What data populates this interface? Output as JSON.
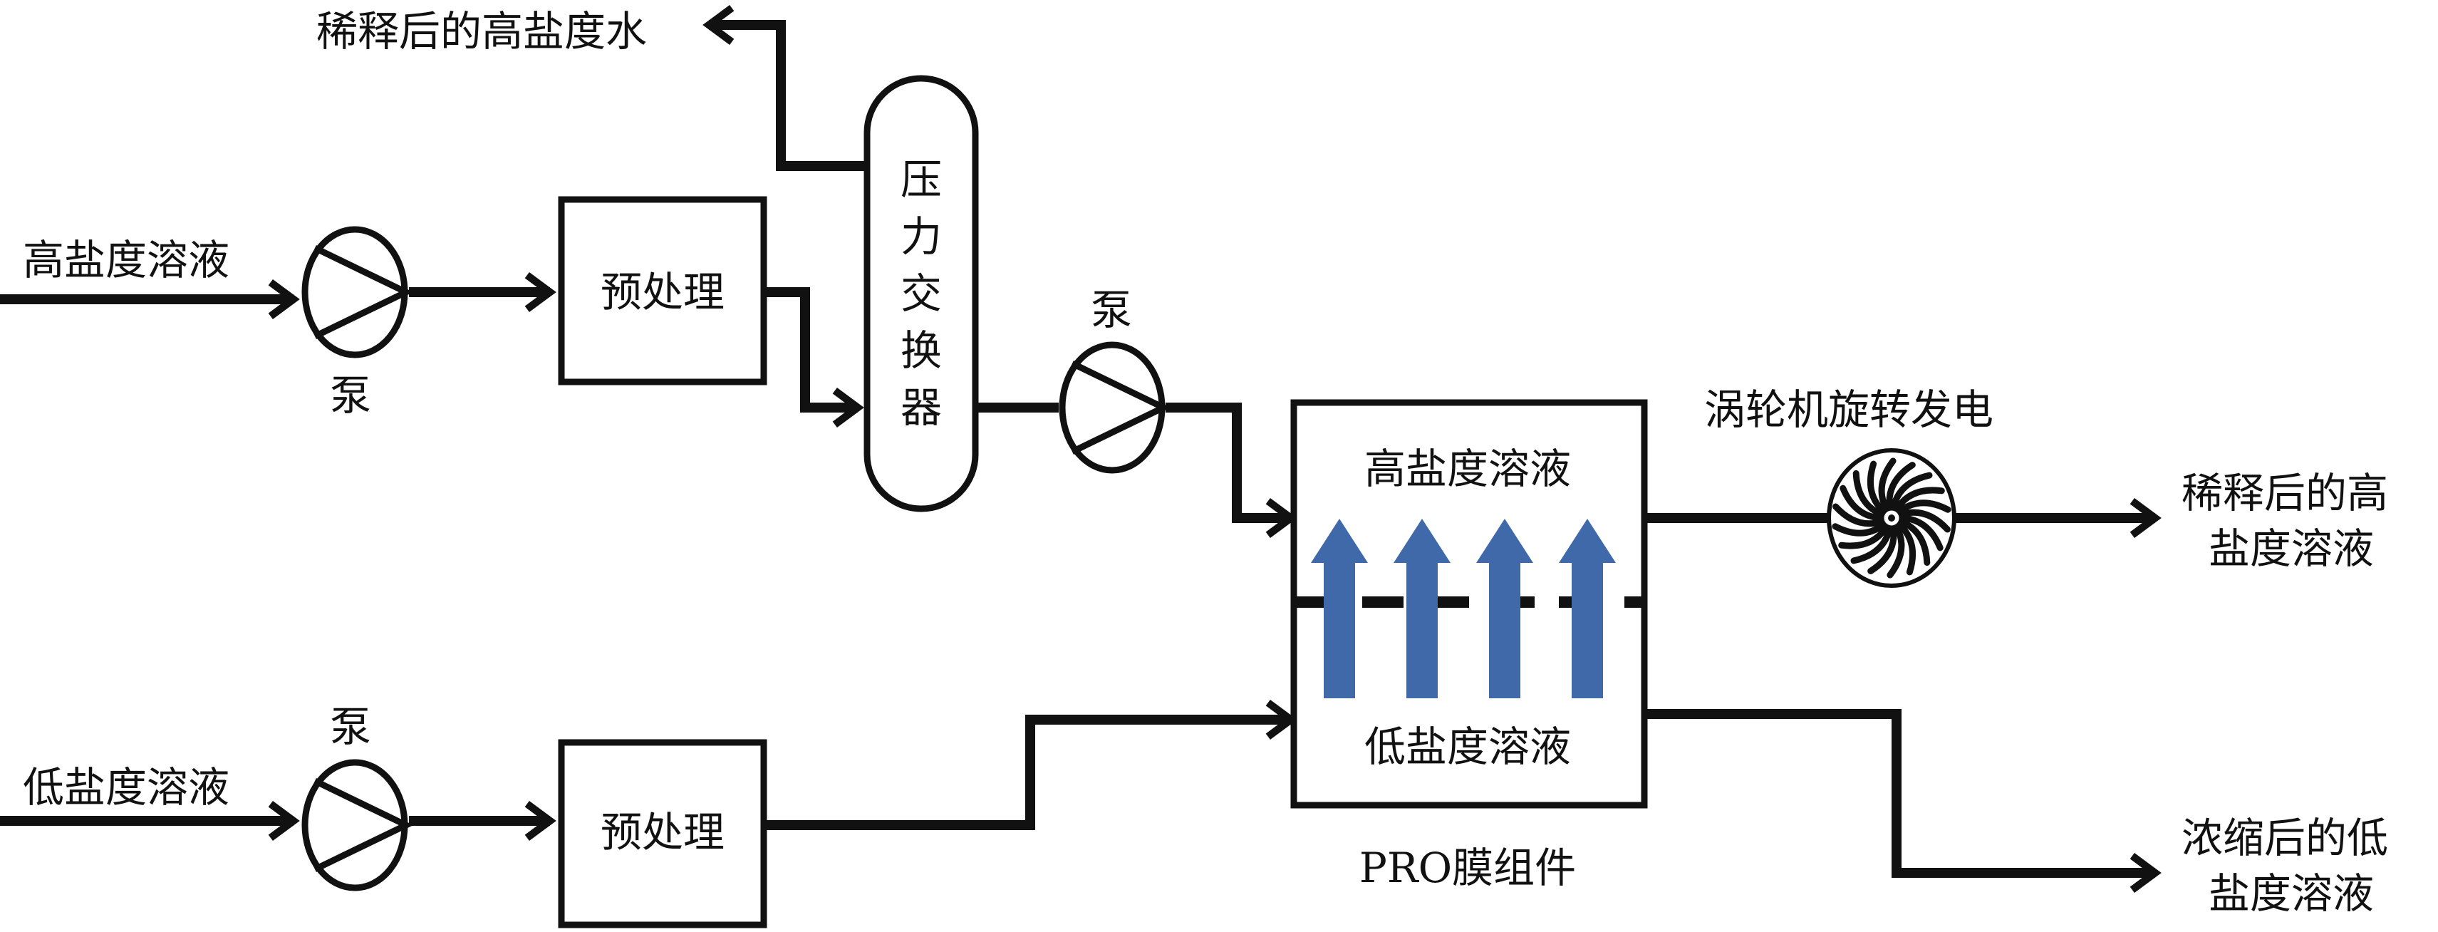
{
  "diagram": {
    "colors": {
      "line": "#111111",
      "flow_arrow": "#3f69a8",
      "background": "#ffffff"
    },
    "labels": {
      "top_output": "稀释后的高盐度水",
      "high_input": "高盐度溶液",
      "low_input": "低盐度溶液",
      "pump": "泵",
      "pretreatment": "预处理",
      "pressure_exchanger": [
        "压",
        "力",
        "交",
        "换",
        "器"
      ],
      "turbine": "涡轮机旋转发电",
      "output_diluted": [
        "稀释后的高",
        "盐度溶液"
      ],
      "output_concentrated": [
        "浓缩后的低",
        "盐度溶液"
      ],
      "module_high": "高盐度溶液",
      "module_low": "低盐度溶液",
      "module_name": "PRO膜组件"
    },
    "icons": [
      "pump-icon",
      "turbine-icon",
      "arrow-head-icon",
      "permeation-arrow-icon"
    ]
  }
}
